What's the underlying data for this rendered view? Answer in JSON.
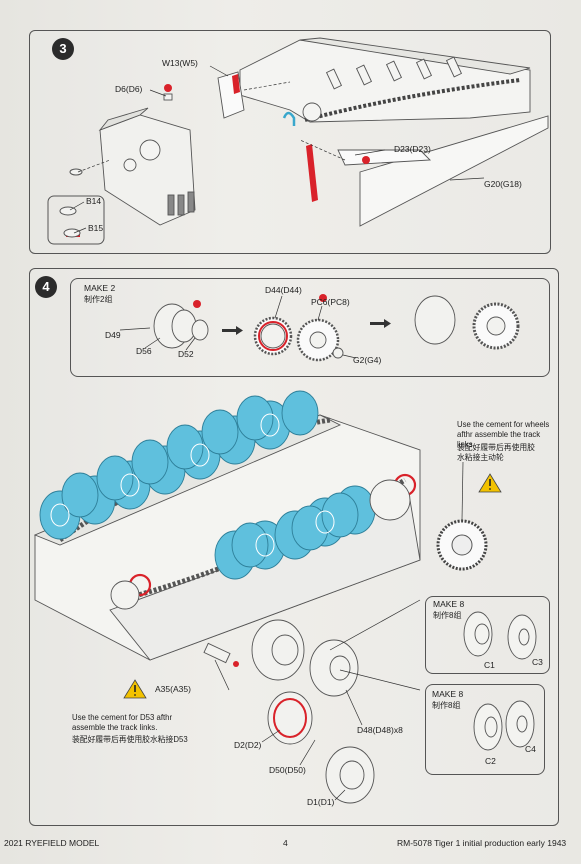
{
  "step3": {
    "number": "3",
    "labels": {
      "w13": "W13(W5)",
      "d6": "D6(D6)",
      "b14": "B14",
      "b15": "B15",
      "d23": "D23(D23)",
      "g20": "G20(G18)"
    }
  },
  "step4": {
    "number": "4",
    "make2": {
      "title": "MAKE 2",
      "title_cn": "制作2组",
      "labels": {
        "d49": "D49",
        "d56": "D56",
        "d52": "D52",
        "d44": "D44(D44)",
        "pc6": "PC6(PC8)",
        "g2": "G2(G4)"
      }
    },
    "note_right": {
      "en": "Use the cement for wheels afthr assemble the track links.",
      "cn": "装配好履带后再使用胶水粘接主动轮"
    },
    "note_left": {
      "en": "Use the cement for D53 afthr assemble the track links.",
      "cn": "装配好履带后再使用胶水粘接D53"
    },
    "make8_a": {
      "title": "MAKE 8",
      "title_cn": "制作8组",
      "c1": "C1",
      "c3": "C3"
    },
    "make8_b": {
      "title": "MAKE 8",
      "title_cn": "制作8组",
      "c2": "C2",
      "c4": "C4"
    },
    "labels": {
      "a35": "A35(A35)",
      "d48": "D48(D48)x8",
      "d2": "D2(D2)",
      "d50": "D50(D50)",
      "d1": "D1(D1)"
    }
  },
  "footer": {
    "left": "2021 RYEFIELD MODEL",
    "page": "4",
    "right": "RM-5078  Tiger 1 initial production early 1943"
  },
  "colors": {
    "wheel_blue": "#5fc0dd",
    "accent_red": "#d9222a",
    "warning_yellow": "#f2c200"
  }
}
